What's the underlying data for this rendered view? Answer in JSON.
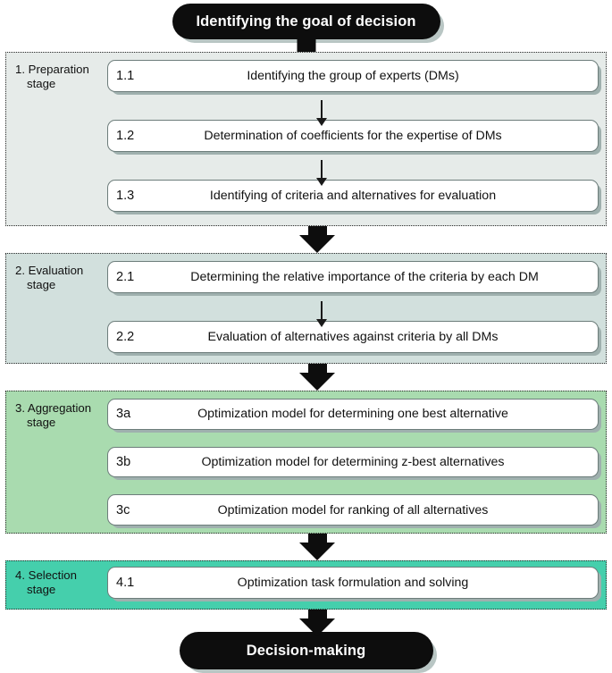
{
  "diagram": {
    "start_node": {
      "label": "Identifying the goal of decision"
    },
    "end_node": {
      "label": "Decision-making"
    },
    "colors": {
      "terminator_fill": "#0d0d0d",
      "terminator_text": "#ffffff",
      "stage1_fill": "#e6ebe9",
      "stage2_fill": "#d2e0dd",
      "stage3_fill": "#a9dbaf",
      "stage4_fill": "#45cfac",
      "step_fill": "#ffffff",
      "step_border": "#6d7d7b",
      "arrow": "#0d0d0d"
    },
    "stages": [
      {
        "title_line1": "1. Preparation",
        "title_line2": "stage",
        "steps": [
          {
            "num": "1.1",
            "text": "Identifying the group of experts (DMs)"
          },
          {
            "num": "1.2",
            "text": "Determination of coefficients for the expertise of DMs"
          },
          {
            "num": "1.3",
            "text": "Identifying of criteria and alternatives for evaluation"
          }
        ]
      },
      {
        "title_line1": "2. Evaluation",
        "title_line2": "stage",
        "steps": [
          {
            "num": "2.1",
            "text": "Determining the relative importance of the criteria by each DM"
          },
          {
            "num": "2.2",
            "text": "Evaluation of alternatives against criteria by all DMs"
          }
        ]
      },
      {
        "title_line1": "3. Aggregation",
        "title_line2": "stage",
        "steps": [
          {
            "num": "3a",
            "text": "Optimization model for determining one best alternative"
          },
          {
            "num": "3b",
            "text": "Optimization model for determining z-best alternatives"
          },
          {
            "num": "3c",
            "text": "Optimization model for ranking of all alternatives"
          }
        ]
      },
      {
        "title_line1": "4. Selection",
        "title_line2": "stage",
        "steps": [
          {
            "num": "4.1",
            "text": "Optimization task formulation and solving"
          }
        ]
      }
    ]
  }
}
